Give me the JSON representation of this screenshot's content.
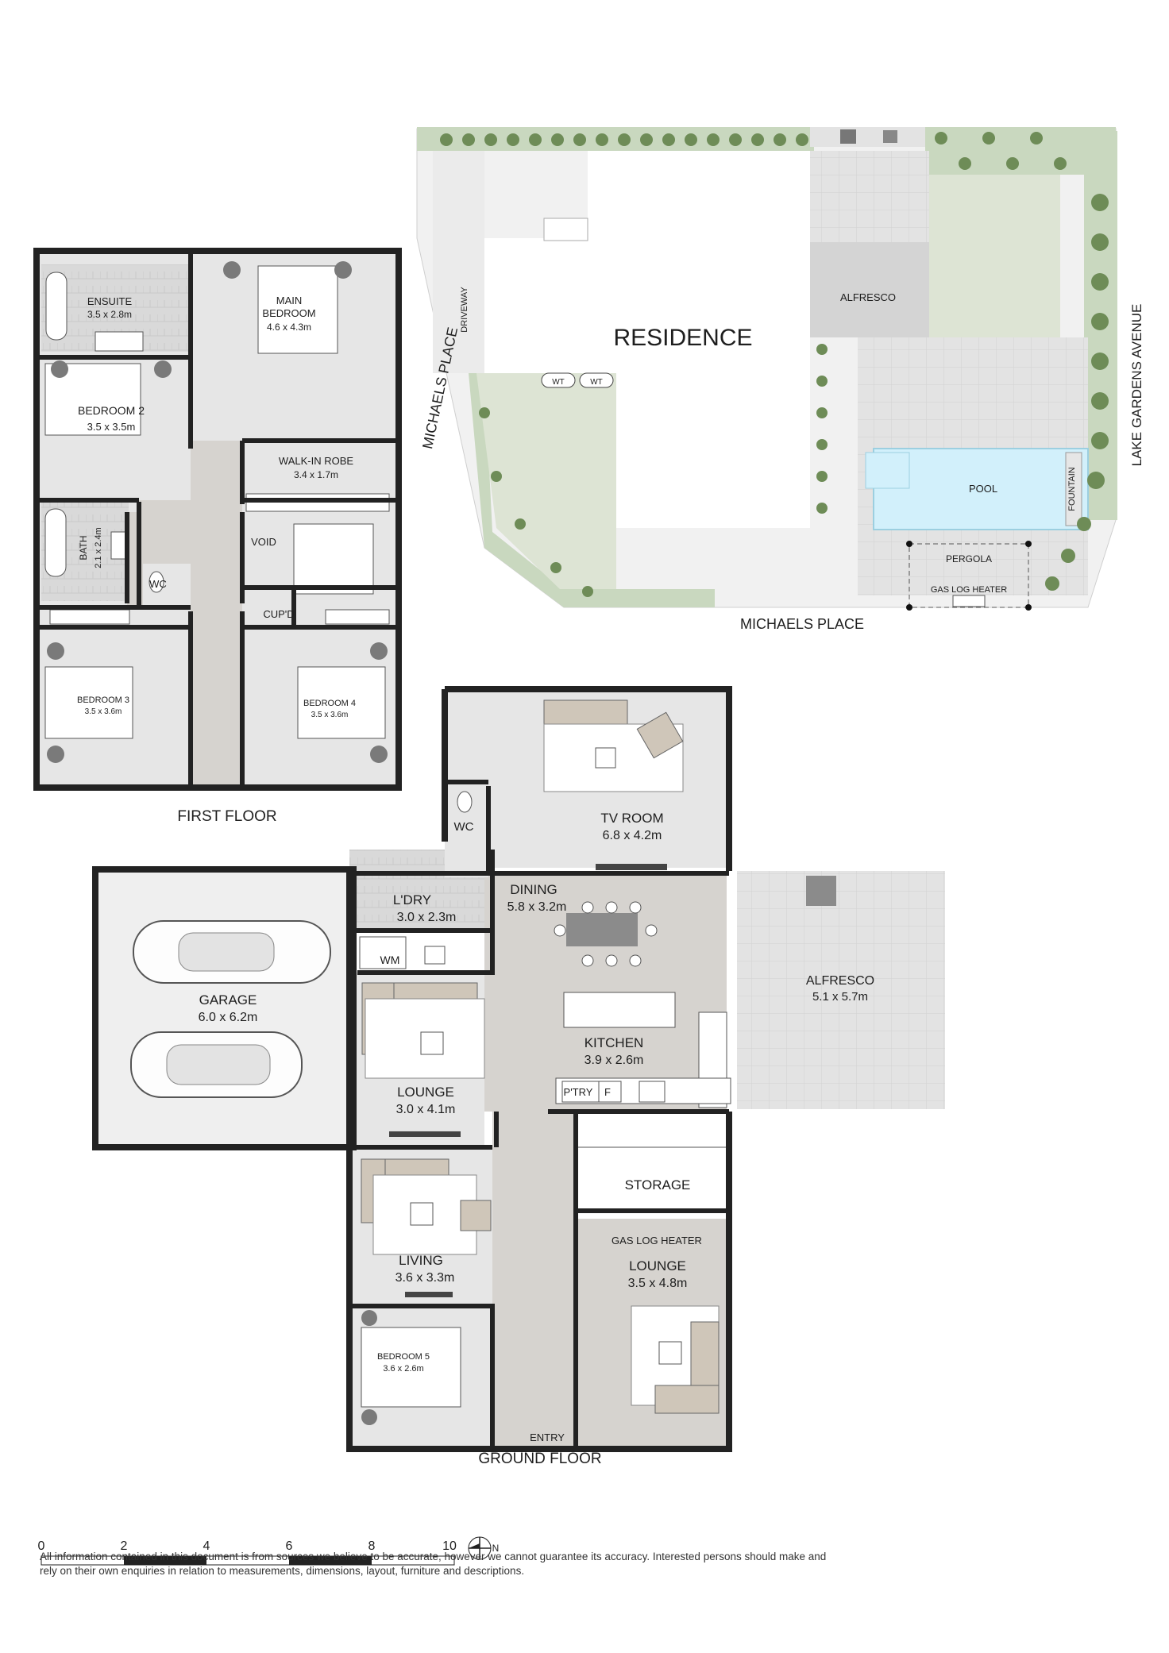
{
  "site": {
    "residence": "RESIDENCE",
    "driveway": "DRIVEWAY",
    "alfresco": "ALFRESCO",
    "pool": "POOL",
    "fountain": "FOUNTAIN",
    "pergola": "PERGOLA",
    "gas_log_heater": "GAS LOG HEATER",
    "wt1": "WT",
    "wt2": "WT",
    "street_bottom": "MICHAELS PLACE",
    "street_left": "MICHAELS PLACE",
    "street_right": "LAKE GARDENS AVENUE"
  },
  "first_floor": {
    "title": "FIRST FLOOR",
    "ensuite": {
      "name": "ENSUITE",
      "dims": "3.5 x 2.8m"
    },
    "main_bedroom": {
      "name1": "MAIN",
      "name2": "BEDROOM",
      "dims": "4.6 x 4.3m"
    },
    "bedroom2": {
      "name": "BEDROOM 2",
      "dims": "3.5 x 3.5m"
    },
    "walk_in_robe": {
      "name": "WALK-IN ROBE",
      "dims": "3.4 x 1.7m"
    },
    "bath": {
      "name": "BATH",
      "dims": "2.1 x 2.4m"
    },
    "wc": "WC",
    "void": "VOID",
    "cupd": "CUP'D",
    "bedroom3": {
      "name": "BEDROOM 3",
      "dims": "3.5 x 3.6m"
    },
    "bedroom4": {
      "name": "BEDROOM 4",
      "dims": "3.5 x 3.6m"
    }
  },
  "ground_floor": {
    "title": "GROUND FLOOR",
    "tv_room": {
      "name": "TV ROOM",
      "dims": "6.8 x 4.2m"
    },
    "wc": "WC",
    "laundry": {
      "name": "L'DRY",
      "dims": "3.0 x 2.3m"
    },
    "wm": "WM",
    "dining": {
      "name": "DINING",
      "dims": "5.8 x 3.2m"
    },
    "garage": {
      "name": "GARAGE",
      "dims": "6.0 x 6.2m"
    },
    "kitchen": {
      "name": "KITCHEN",
      "dims": "3.9 x 2.6m"
    },
    "pantry": "P'TRY",
    "fridge": "F",
    "alfresco": {
      "name": "ALFRESCO",
      "dims": "5.1 x 5.7m"
    },
    "lounge1": {
      "name": "LOUNGE",
      "dims": "3.0 x 4.1m"
    },
    "storage": "STORAGE",
    "gas_log_heater": "GAS LOG HEATER",
    "living": {
      "name": "LIVING",
      "dims": "3.6 x 3.3m"
    },
    "lounge2": {
      "name": "LOUNGE",
      "dims": "3.5 x 4.8m"
    },
    "bedroom5": {
      "name": "BEDROOM 5",
      "dims": "3.6 x 2.6m"
    },
    "entry": "ENTRY"
  },
  "scale": {
    "ticks": [
      "0",
      "2",
      "4",
      "6",
      "8",
      "10"
    ],
    "north": "N"
  },
  "disclaimer": "All information contained in this document is from sources we believe to be accurate, however we cannot guarantee its accuracy. Interested persons should make and rely on their own enquiries in relation to measurements, dimensions, layout, furniture and descriptions."
}
